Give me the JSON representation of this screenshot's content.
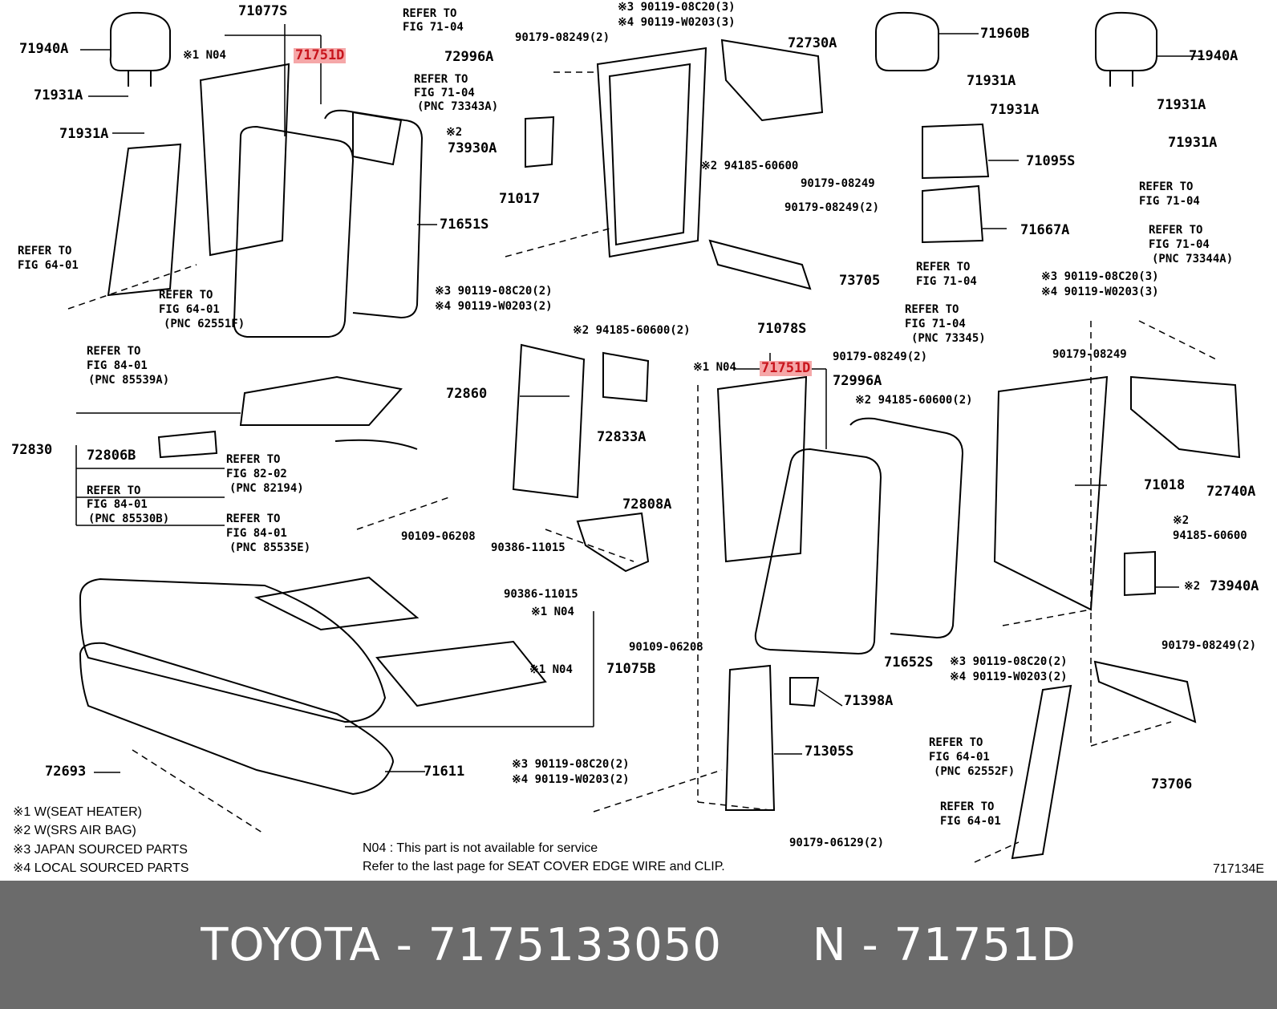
{
  "callouts": {
    "c71077s": "71077S",
    "c71940a_l": "71940A",
    "c71931a_l1": "71931A",
    "c71931a_l2": "71931A",
    "c71751d_top": "71751D",
    "c71651s": "71651S",
    "c71017": "71017",
    "c73930a": "73930A",
    "c72996a_top": "72996A",
    "c72730a": "72730A",
    "c73705": "73705",
    "c71960b": "71960B",
    "c71931a_m1": "71931A",
    "c71931a_m2": "71931A",
    "c71095s": "71095S",
    "c71667a": "71667A",
    "c71940a_r": "71940A",
    "c71931a_r1": "71931A",
    "c71931a_r2": "71931A",
    "c72830": "72830",
    "c72806b": "72806B",
    "c72860": "72860",
    "c72833a": "72833A",
    "c72808a": "72808A",
    "c71078s": "71078S",
    "c71751d_mid": "71751D",
    "c72996a_mid": "72996A",
    "c71018": "71018",
    "c72740a": "72740A",
    "c73940a": "73940A",
    "c71652s": "71652S",
    "c71075b": "71075B",
    "c71398a": "71398A",
    "c71305s": "71305S",
    "c73706": "73706",
    "c72693": "72693",
    "c71611": "71611"
  },
  "parts_small": {
    "p90179_08249_2_a": "90179-08249(2)",
    "p90119_08c20_3": "※3 90119-08C20(3)",
    "p90119_w0203_3": "※4 90119-W0203(3)",
    "p94185_60600_a": "※2 94185-60600",
    "p90179_08249_a": "90179-08249",
    "p90179_08249_2_b": "90179-08249(2)",
    "p90119_08c20_2_a": "※3 90119-08C20(2)",
    "p90119_w0203_2_a": "※4 90119-W0203(2)",
    "p94185_60600_2_a": "※2 94185-60600(2)",
    "p90179_08249_2_c": "90179-08249(2)",
    "p94185_60600_2_b": "※2 94185-60600(2)",
    "p90179_08249_b": "90179-08249",
    "p90119_08c20_3_b": "※3 90119-08C20(3)",
    "p90119_w0203_3_b": "※4 90119-W0203(3)",
    "p94185_60600_b_mark": "※2",
    "p94185_60600_b": "94185-60600",
    "p73940a_mark": "※2",
    "p90179_08249_2_d": "90179-08249(2)",
    "p90119_08c20_2_b": "※3 90119-08C20(2)",
    "p90119_w0203_2_b": "※4 90119-W0203(2)",
    "p90109_06208_a": "90109-06208",
    "p90386_11015_a": "90386-11015",
    "p90386_11015_b": "90386-11015",
    "p90109_06208_b": "90109-06208",
    "p90119_08c20_2_c": "※3 90119-08C20(2)",
    "p90119_w0203_2_c": "※4 90119-W0203(2)",
    "p90179_06129_2": "90179-06129(2)",
    "p73930a_mark": "※2"
  },
  "n04": {
    "n04_top": "※1 N04",
    "n04_mid": "※1 N04",
    "n04_a": "※1 N04",
    "n04_b": "※1 N04"
  },
  "refers": {
    "r1_l1": "REFER TO",
    "r1_l2": "FIG 71-04",
    "r2_l1": "REFER TO",
    "r2_l2": "FIG 71-04",
    "r2_l3": "(PNC 73343A)",
    "r3_l1": "REFER TO",
    "r3_l2": "FIG 64-01",
    "r4_l1": "REFER TO",
    "r4_l2": "FIG 64-01",
    "r4_l3": "(PNC 62551F)",
    "r5_l1": "REFER TO",
    "r5_l2": "FIG 84-01",
    "r5_l3": "(PNC 85539A)",
    "r6_l1": "REFER TO",
    "r6_l2": "FIG 82-02",
    "r6_l3": "(PNC 82194)",
    "r7_l1": "REFER TO",
    "r7_l2": "FIG 84-01",
    "r7_l3": "(PNC 85530B)",
    "r8_l1": "REFER TO",
    "r8_l2": "FIG 84-01",
    "r8_l3": "(PNC 85535E)",
    "r9_l1": "REFER TO",
    "r9_l2": "FIG 71-04",
    "r10_l1": "REFER TO",
    "r10_l2": "FIG 71-04",
    "r10_l3": "(PNC 73344A)",
    "r11_l1": "REFER TO",
    "r11_l2": "FIG 71-04",
    "r12_l1": "REFER TO",
    "r12_l2": "FIG 71-04",
    "r12_l3": "(PNC 73345)",
    "r13_l1": "REFER TO",
    "r13_l2": "FIG 64-01",
    "r13_l3": "(PNC 62552F)",
    "r14_l1": "REFER TO",
    "r14_l2": "FIG 64-01"
  },
  "legend": [
    "※1 W(SEAT HEATER)",
    "※2 W(SRS AIR BAG)",
    "※3 JAPAN SOURCED PARTS",
    "※4 LOCAL SOURCED PARTS"
  ],
  "notes": {
    "n04_note": "N04 : This part is not available for service",
    "refer_note": "Refer to the last page for SEAT COVER EDGE WIRE and CLIP.",
    "diagram_id": "717134E"
  },
  "footer": {
    "brand": "TOYOTA",
    "sep1": " - ",
    "part_number": "7175133050",
    "gap": "      ",
    "code_prefix": "N",
    "sep2": " - ",
    "code": "71751D"
  },
  "colors": {
    "highlight_bg": "#f5a7a8",
    "highlight_text": "#c8141c",
    "footer_bg": "#6b6b6b",
    "footer_text": "#ffffff"
  }
}
